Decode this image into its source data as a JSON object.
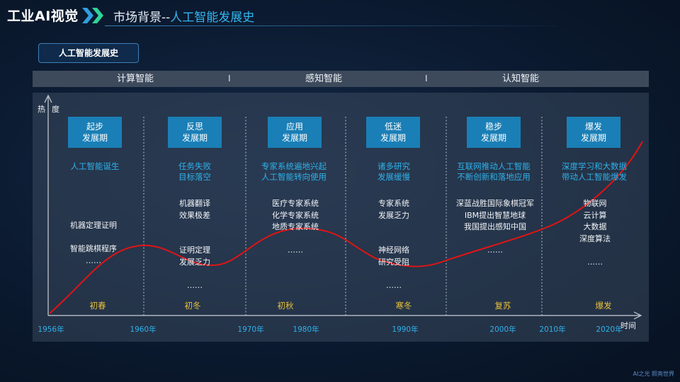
{
  "header": {
    "brand": "工业AI视觉",
    "title_prefix": "市场背景--",
    "title_main": "人工智能发展史"
  },
  "section_tag": "人工智能发展史",
  "eras": [
    "计算智能",
    "感知智能",
    "认知智能"
  ],
  "era_separator": "I",
  "axes": {
    "y_label_1": "热",
    "y_label_2": "度",
    "x_label": "时间"
  },
  "phases": [
    {
      "name_1": "起步",
      "name_2": "发展期",
      "desc": [
        "人工智能诞生"
      ],
      "items": [
        "机器定理证明",
        "",
        "智能跳棋程序",
        "……"
      ],
      "season": "初春"
    },
    {
      "name_1": "反思",
      "name_2": "发展期",
      "desc": [
        "任务失败",
        "目标落空"
      ],
      "items": [
        "机器翻译",
        "效果极差",
        "",
        "",
        "证明定理",
        "发展乏力",
        "",
        "……"
      ],
      "season": "初冬"
    },
    {
      "name_1": "应用",
      "name_2": "发展期",
      "desc": [
        "专家系统遍地兴起",
        "人工智能转向使用"
      ],
      "items": [
        "医疗专家系统",
        "化学专家系统",
        "地质专家系统",
        "",
        "……"
      ],
      "season": "初秋"
    },
    {
      "name_1": "低迷",
      "name_2": "发展期",
      "desc": [
        "诸多研究",
        "发展缓慢"
      ],
      "items": [
        "专家系统",
        "发展乏力",
        "",
        "",
        "神经网络",
        "研究受阻",
        "",
        "……"
      ],
      "season": "寒冬"
    },
    {
      "name_1": "稳步",
      "name_2": "发展期",
      "desc": [
        "互联网推动人工智能",
        "不断创新和落地应用"
      ],
      "items": [
        "深蓝战胜国际象棋冠军",
        "IBM提出智慧地球",
        "我国提出感知中国",
        "",
        "……"
      ],
      "season": "复苏"
    },
    {
      "name_1": "爆发",
      "name_2": "发展期",
      "desc": [
        "深度学习和大数据",
        "带动人工智能爆发"
      ],
      "items": [
        "物联网",
        "云计算",
        "大数据",
        "深度算法",
        "",
        "……"
      ],
      "season": "爆发"
    }
  ],
  "years": [
    "1956年",
    "1960年",
    "1970年",
    "1980年",
    "1990年",
    "2000年",
    "2010年",
    "2020年"
  ],
  "colors": {
    "accent_blue": "#2fb1ea",
    "phase_box": "#1a7fb6",
    "season_gold": "#e9c13a",
    "curve_red": "#e01414"
  },
  "footer": "AI之光 照亮世界"
}
